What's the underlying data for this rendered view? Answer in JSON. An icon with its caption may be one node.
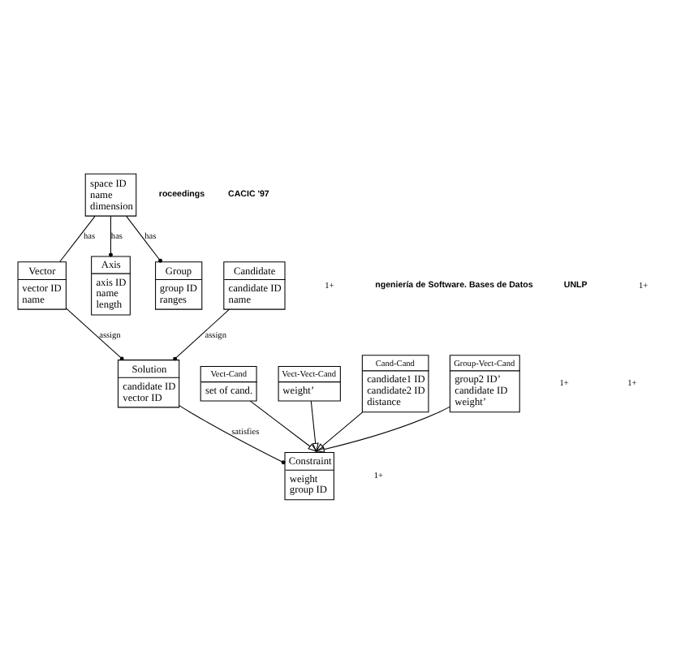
{
  "diagram": {
    "nodes": [
      {
        "text": [
          "space ID name dimension"
        ]
      },
      {
        "text": [
          "Vector",
          "vector ID name"
        ]
      },
      {
        "text": [
          "Axis",
          "axis ID name length"
        ]
      },
      {
        "text": [
          "Candidate",
          "candidate ID name"
        ]
      },
      {
        "text": [
          "Group",
          "group ID ranges"
        ]
      },
      {
        "text": [
          "Constraint",
          "weight group ID"
        ]
      },
      {
        "text": [
          "Vect-Cand",
          "set of cand."
        ]
      },
      {
        "text": [
          "Vect-Vect-Cand",
          "weight’"
        ]
      },
      {
        "text": [
          "Cand-Cand",
          "candidate1 ID candidate2 ID distance"
        ]
      },
      {
        "text": [
          "Group-Vect-Cand",
          "group2 ID’ candidate ID weight’"
        ]
      },
      {
        "text": [
          "Solution",
          "candidate ID vector ID"
        ]
      }
    ],
    "edges": [
      {
        "from": 0,
        "to": 1,
        "arrow": "none",
        "label": "has"
      },
      {
        "from": 0,
        "to": 2,
        "arrow": "other",
        "label": "has"
      },
      {
        "from": 0,
        "to": 4,
        "arrow": "other",
        "label": "has"
      },
      {
        "from": 6,
        "to": 5,
        "arrow": "to"
      },
      {
        "from": 7,
        "to": 5,
        "arrow": "to"
      },
      {
        "from": 8,
        "to": 5,
        "arrow": "to"
      },
      {
        "from": 9,
        "to": 5,
        "arrow": "to"
      },
      {
        "from": 1,
        "to": 10,
        "arrow": "other",
        "label": "assign"
      },
      {
        "from": 3,
        "to": 10,
        "arrow": "other",
        "label": "assign"
      },
      {
        "from": 10,
        "to": 5,
        "arrow": "other",
        "label": "satisfies"
      }
    ],
    "labels": [
      "roceedings",
      "CACIC '97",
      "1+",
      "ngeniería de Software. Bases de Datos",
      "UNLP",
      "1+",
      "1+",
      "1+",
      "1+"
    ]
  }
}
